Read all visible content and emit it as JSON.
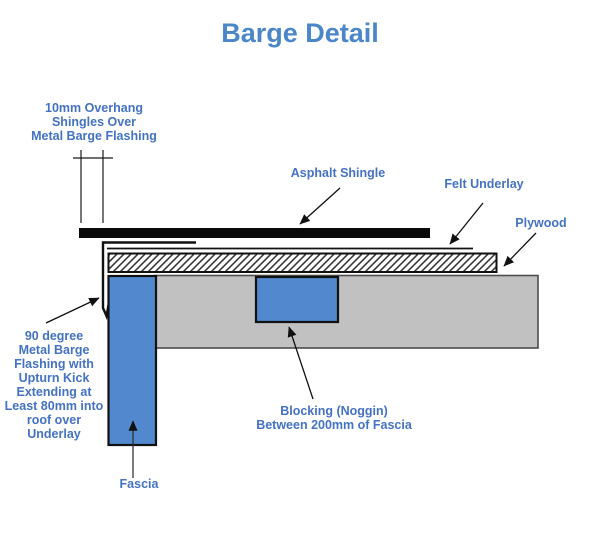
{
  "page": {
    "title": "Barge Detail"
  },
  "colors": {
    "title_blue": "#4A86C8",
    "label_blue": "#4472C4",
    "fill_blue": "#5288CD",
    "timber_gray": "#C1C1C1",
    "outline_black": "#111111",
    "timber_outline": "#4D4D4D",
    "background": "#FFFFFF"
  },
  "labels": {
    "overhang": "10mm Overhang\nShingles Over\nMetal Barge Flashing",
    "asphalt_shingle": "Asphalt Shingle",
    "felt_underlay": "Felt Underlay",
    "plywood": "Plywood",
    "barge_flashing": "90 degree\nMetal Barge\nFlashing with\nUpturn Kick\nExtending at\nLeast 80mm into\nroof over Underlay",
    "blocking": "Blocking (Noggin)\nBetween 200mm of Fascia",
    "fascia": "Fascia"
  },
  "parts": [
    {
      "name": "asphalt-shingle-bar",
      "description": "Asphalt Shingle"
    },
    {
      "name": "felt-underlay-line",
      "description": "Felt Underlay"
    },
    {
      "name": "plywood-board",
      "description": "Plywood"
    },
    {
      "name": "barge-flashing-profile",
      "description": "90 degree Metal Barge Flashing with Upturn Kick"
    },
    {
      "name": "roof-timber",
      "description": "Roof structure timber"
    },
    {
      "name": "blocking-noggin",
      "description": "Blocking (Noggin)"
    },
    {
      "name": "fascia-board",
      "description": "Fascia"
    }
  ]
}
